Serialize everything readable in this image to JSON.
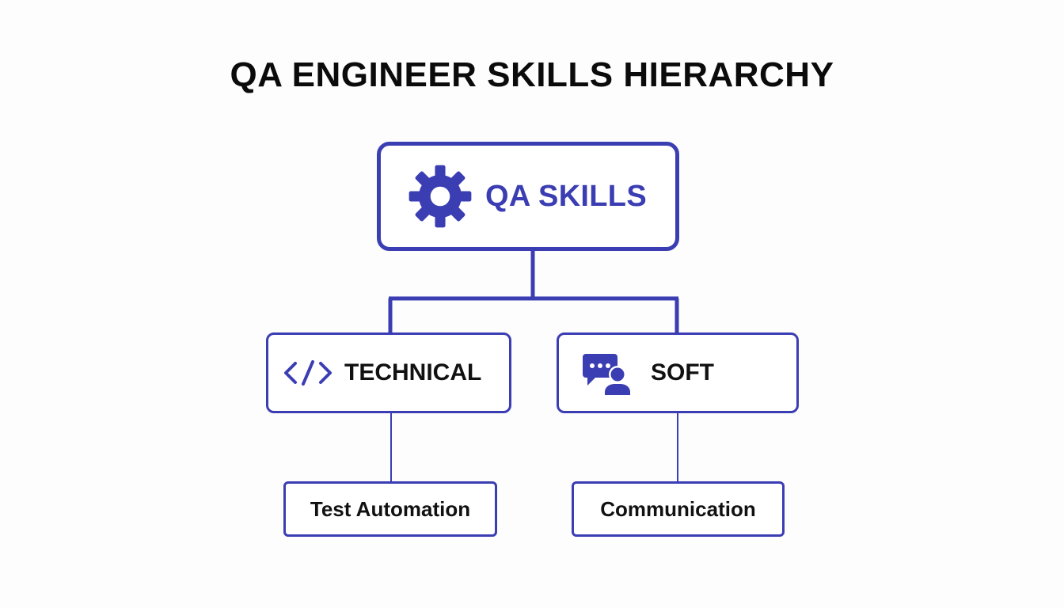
{
  "title": "QA ENGINEER SKILLS HIERARCHY",
  "colors": {
    "accent": "#3b3db3",
    "text": "#111111",
    "background": "#fdfdfd"
  },
  "root": {
    "label": "QA SKILLS",
    "icon": "gear-icon"
  },
  "branches": [
    {
      "label": "TECHNICAL",
      "icon": "code-icon"
    },
    {
      "label": "SOFT",
      "icon": "chat-person-icon"
    }
  ],
  "leaves": [
    {
      "label": "Test Automation"
    },
    {
      "label": "Communication"
    }
  ]
}
